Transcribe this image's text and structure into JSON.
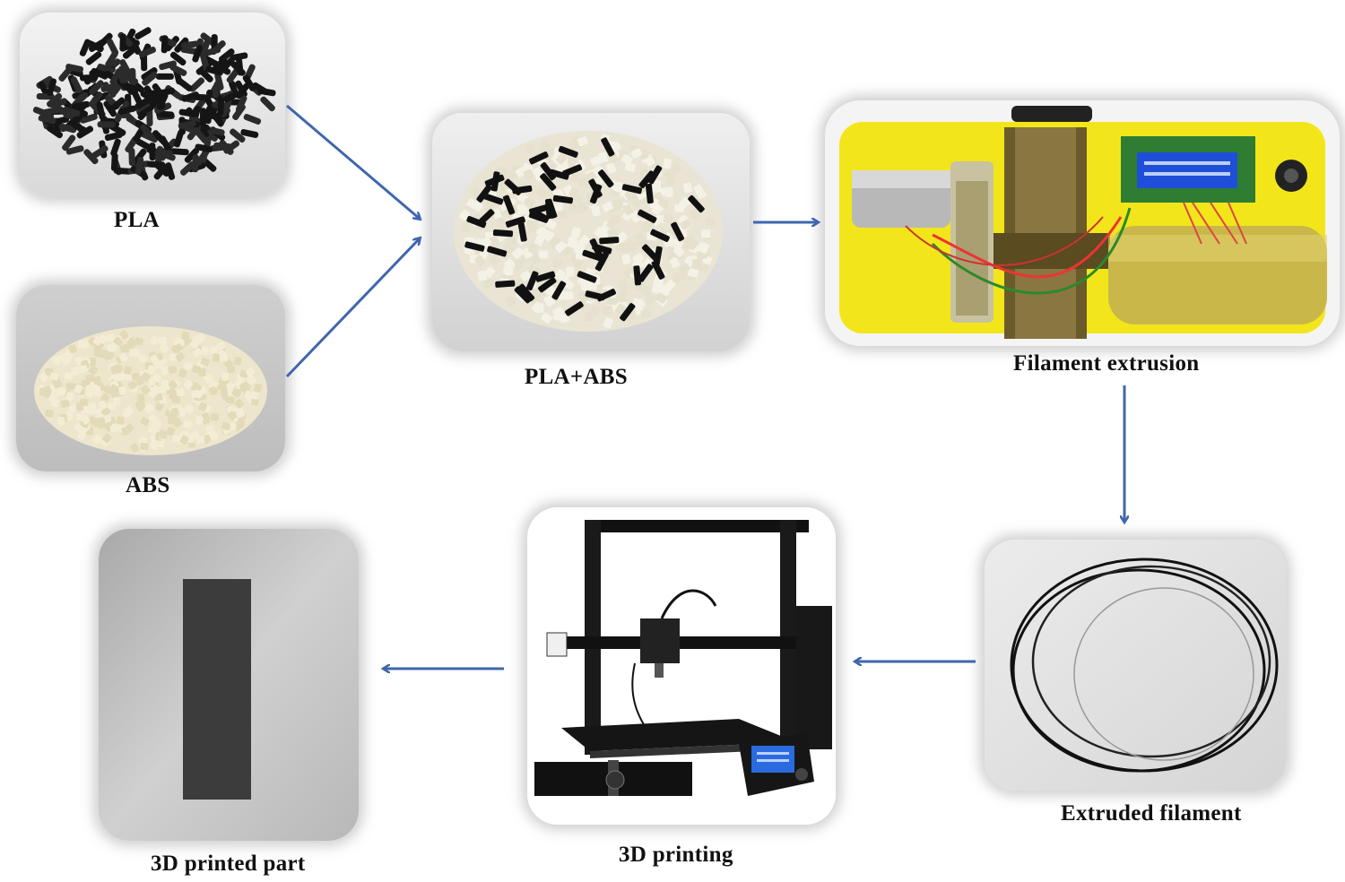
{
  "captions": {
    "pla": "PLA",
    "abs": "ABS",
    "mix": "PLA+ABS",
    "extrusion": "Filament extrusion",
    "extruded": "Extruded filament",
    "printing": "3D printing",
    "part": "3D printed part"
  },
  "colors": {
    "arrow": "#3f66ad",
    "yellow_housing": "#f2e61b",
    "lcd": "#1f4fd8",
    "part": "#3c3c3c"
  },
  "icons": {
    "pla": "black-pellets-photo",
    "abs": "white-pellets-photo",
    "mix": "mixed-pellets-photo",
    "extrusion": "filament-extruder-photo",
    "extruded": "filament-coil-photo",
    "printing": "3d-printer-photo",
    "part": "printed-bar-photo"
  }
}
